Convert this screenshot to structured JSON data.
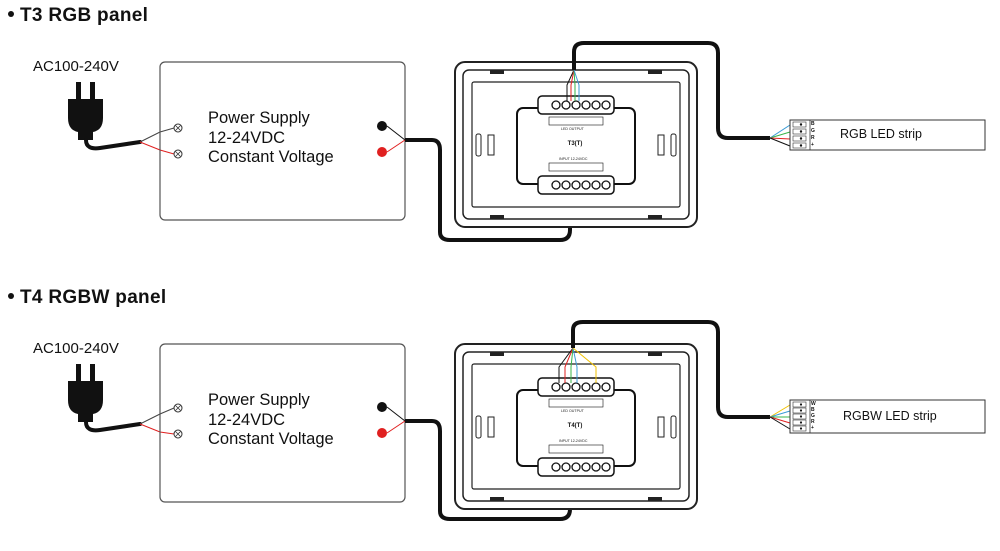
{
  "panels": [
    {
      "heading": "T3  RGB panel",
      "ac_label": "AC100-240V",
      "psu_lines": [
        "Power Supply",
        "12-24VDC",
        "Constant Voltage"
      ],
      "controller_model": "T3(T)",
      "output_label": "LED OUTPUT",
      "input_label": "INPUT 12-24VDC",
      "strip_label": "RGB LED strip",
      "strip_pins": [
        "B",
        "G",
        "R",
        "+"
      ],
      "wire_colors": [
        "#3a9bd5",
        "#39b54a",
        "#e02020",
        "#111111"
      ]
    },
    {
      "heading": "T4  RGBW panel",
      "ac_label": "AC100-240V",
      "psu_lines": [
        "Power Supply",
        "12-24VDC",
        "Constant Voltage"
      ],
      "controller_model": "T4(T)",
      "output_label": "LED OUTPUT",
      "input_label": "INPUT 12-24VDC",
      "strip_label": "RGBW LED strip",
      "strip_pins": [
        "W",
        "B",
        "G",
        "R",
        "+"
      ],
      "wire_colors": [
        "#f2c200",
        "#3a9bd5",
        "#39b54a",
        "#e02020",
        "#111111"
      ]
    }
  ],
  "colors": {
    "cable": "#111111",
    "positive": "#e02020",
    "negative": "#111111",
    "box_stroke": "#555555"
  }
}
